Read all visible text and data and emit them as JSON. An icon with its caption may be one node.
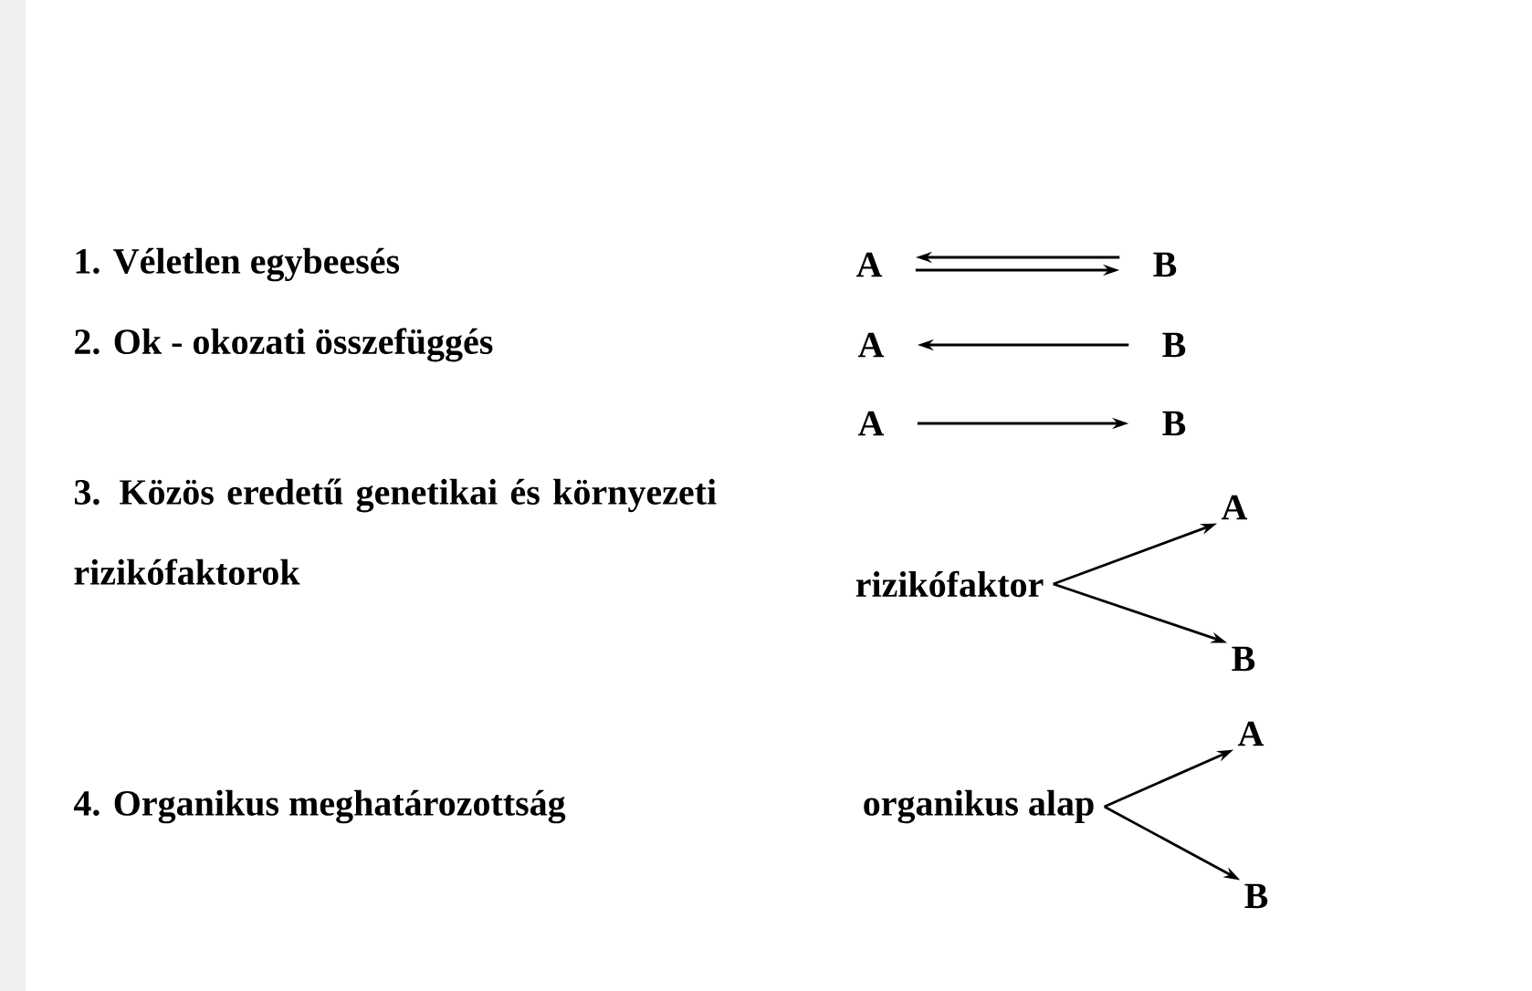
{
  "diagram": {
    "nodes": [
      {
        "text": [
          "A"
        ]
      },
      {
        "text": [
          "B"
        ]
      },
      {
        "text": [
          "A"
        ]
      },
      {
        "text": [
          "B"
        ]
      },
      {
        "text": [
          "A"
        ]
      },
      {
        "text": [
          "B"
        ]
      },
      {
        "text": [
          "rizikófaktor"
        ]
      },
      {
        "text": [
          "A"
        ]
      },
      {
        "text": [
          "B"
        ]
      },
      {
        "text": [
          "organikus alap"
        ]
      },
      {
        "text": [
          "A"
        ]
      },
      {
        "text": [
          "B"
        ]
      }
    ],
    "edges": [
      {
        "from": 1,
        "to": 0,
        "arrow": "to"
      },
      {
        "from": 0,
        "to": 1,
        "arrow": "to"
      },
      {
        "from": 3,
        "to": 2,
        "arrow": "to"
      },
      {
        "from": 4,
        "to": 5,
        "arrow": "to"
      },
      {
        "from": 6,
        "to": 7,
        "arrow": "to"
      },
      {
        "from": 6,
        "to": 8,
        "arrow": "to"
      },
      {
        "from": 9,
        "to": 10,
        "arrow": "to"
      },
      {
        "from": 9,
        "to": 11,
        "arrow": "to"
      }
    ],
    "labels": [
      "1. Véletlen egybeesés",
      "2. Ok - okozati összefüggés",
      "3. Közös eredetű genetikai és környezeti rizikófaktorok",
      "4. Organikus meghatározottság"
    ]
  }
}
